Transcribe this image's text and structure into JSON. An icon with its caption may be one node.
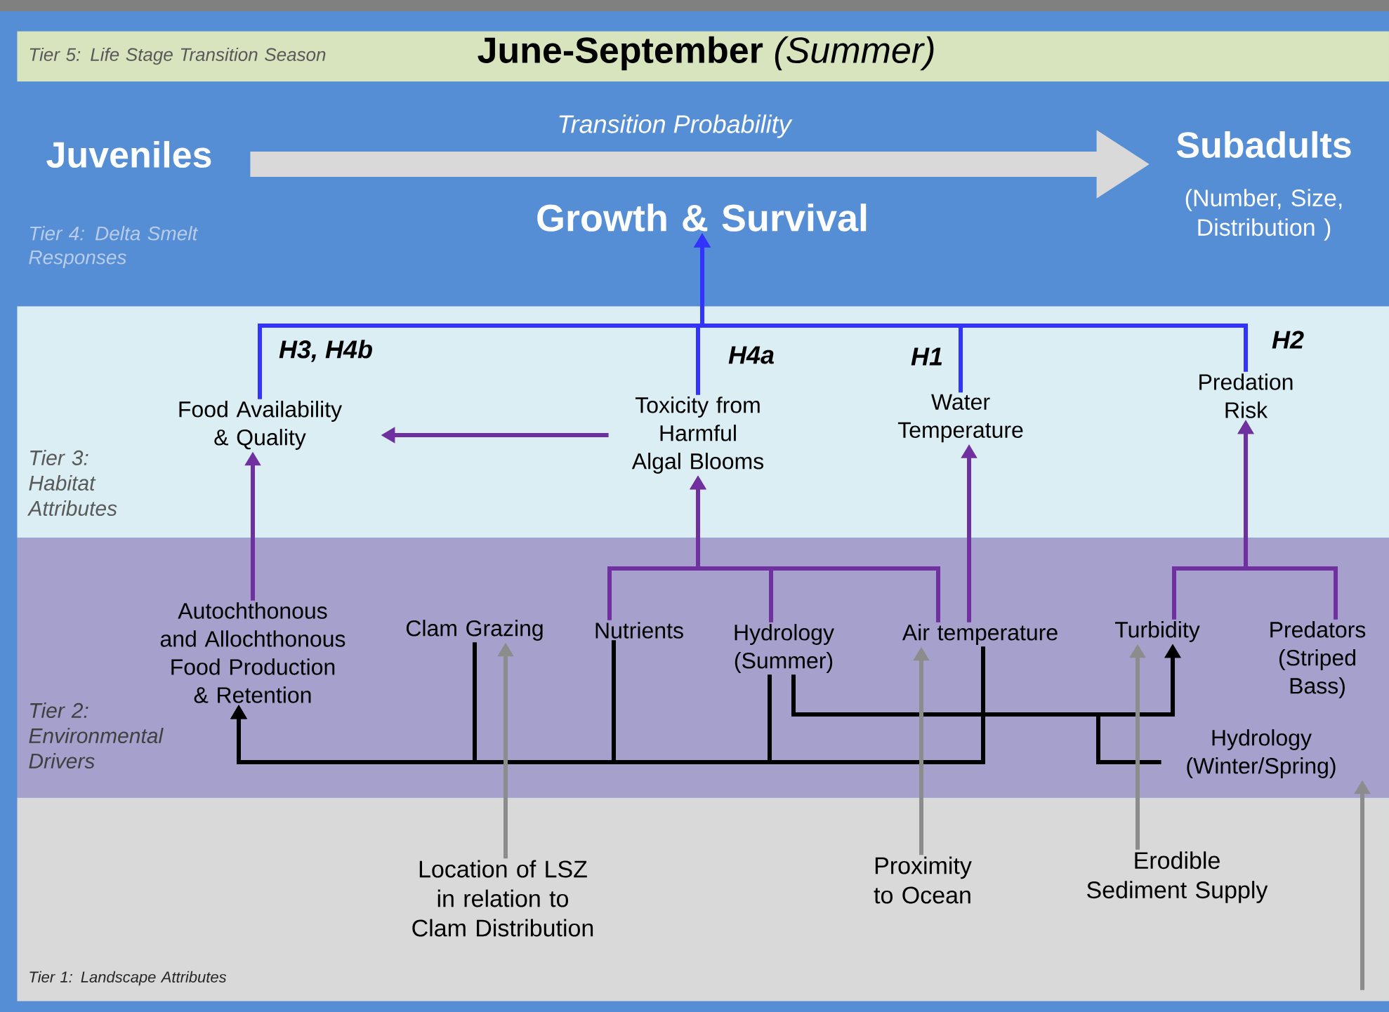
{
  "diagram": {
    "nodes": [
      {
        "text": [
          "Tier 5: Life Stage Transition Season",
          "**June-September** *(Summer)*"
        ]
      },
      {
        "text": [
          "Tier 4: Delta Smelt Responses"
        ]
      },
      {
        "text": [
          "Juveniles"
        ],
        "in": 1
      },
      {
        "text": [
          "Subadults",
          "(Number, Size, Distribution )"
        ],
        "in": 1
      },
      {
        "text": [
          "Growth & Survival"
        ],
        "in": 1
      },
      {
        "text": [
          "Tier 3: Habitat Attributes"
        ]
      },
      {
        "text": [
          "Food Availability & Quality"
        ],
        "in": 5,
        "beside": [
          "H3, H4b"
        ]
      },
      {
        "text": [
          "Toxicity from Harmful Algal Blooms"
        ],
        "in": 5,
        "beside": [
          "H4a"
        ]
      },
      {
        "text": [
          "Water Temperature"
        ],
        "in": 5,
        "beside": [
          "H1"
        ]
      },
      {
        "text": [
          "Predation Risk"
        ],
        "in": 5,
        "beside": [
          "H2"
        ]
      },
      {
        "text": [
          "Tier 2: Environmental Drivers"
        ]
      },
      {
        "text": [
          "Autochthonous and Allochthonous Food Production & Retention"
        ],
        "in": 10
      },
      {
        "text": [
          "Clam Grazing"
        ],
        "in": 10
      },
      {
        "text": [
          "Nutrients"
        ],
        "in": 10
      },
      {
        "text": [
          "Hydrology (Summer)"
        ],
        "in": 10
      },
      {
        "text": [
          "Air temperature"
        ],
        "in": 10
      },
      {
        "text": [
          "Turbidity"
        ],
        "in": 10
      },
      {
        "text": [
          "Predators (Striped Bass)"
        ],
        "in": 10
      },
      {
        "text": [
          "Hydrology (Winter/Spring)"
        ],
        "in": 10
      },
      {
        "text": [
          "Tier 1: Landscape Attributes"
        ]
      },
      {
        "text": [
          "Location of LSZ in relation to Clam Distribution"
        ],
        "in": 19
      },
      {
        "text": [
          "Proximity to Ocean"
        ],
        "in": 19
      },
      {
        "text": [
          "Erodible Sediment Supply"
        ],
        "in": 19
      }
    ],
    "edges": [
      {
        "from": 2,
        "to": 3,
        "arrow": "to",
        "label": "Transition Probability",
        "style": "thick",
        "color": "#d9d9d9"
      },
      {
        "from": 6,
        "to": 4,
        "arrow": "to",
        "color": "#3333ff"
      },
      {
        "from": 7,
        "to": 4,
        "arrow": "to",
        "color": "#3333ff"
      },
      {
        "from": 8,
        "to": 4,
        "arrow": "to",
        "color": "#3333ff"
      },
      {
        "from": 9,
        "to": 4,
        "arrow": "to",
        "color": "#3333ff"
      },
      {
        "from": 11,
        "to": 6,
        "arrow": "to",
        "color": "#7030a0"
      },
      {
        "from": 7,
        "to": 6,
        "arrow": "to",
        "color": "#7030a0"
      },
      {
        "from": 13,
        "to": 7,
        "arrow": "to",
        "color": "#7030a0"
      },
      {
        "from": 14,
        "to": 7,
        "arrow": "to",
        "color": "#7030a0"
      },
      {
        "from": 15,
        "to": 7,
        "arrow": "to",
        "color": "#7030a0"
      },
      {
        "from": 15,
        "to": 8,
        "arrow": "to",
        "color": "#7030a0"
      },
      {
        "from": 16,
        "to": 9,
        "arrow": "to",
        "color": "#7030a0"
      },
      {
        "from": 17,
        "to": 9,
        "arrow": "to",
        "color": "#7030a0"
      },
      {
        "from": 12,
        "to": 11,
        "arrow": "to",
        "color": "#000000"
      },
      {
        "from": 13,
        "to": 11,
        "arrow": "to",
        "color": "#000000"
      },
      {
        "from": 14,
        "to": 11,
        "arrow": "to",
        "color": "#000000"
      },
      {
        "from": 15,
        "to": 11,
        "arrow": "to",
        "color": "#000000"
      },
      {
        "from": 14,
        "to": 16,
        "arrow": "to",
        "color": "#000000"
      },
      {
        "from": 18,
        "to": 16,
        "arrow": "to",
        "color": "#000000"
      },
      {
        "from": 20,
        "to": 12,
        "arrow": "to",
        "color": "#8c8c8c"
      },
      {
        "from": 21,
        "to": 15,
        "arrow": "to",
        "color": "#8c8c8c"
      },
      {
        "from": 22,
        "to": 16,
        "arrow": "to",
        "color": "#8c8c8c"
      },
      {
        "from": 19,
        "to": 18,
        "arrow": "to",
        "color": "#8c8c8c"
      }
    ]
  }
}
